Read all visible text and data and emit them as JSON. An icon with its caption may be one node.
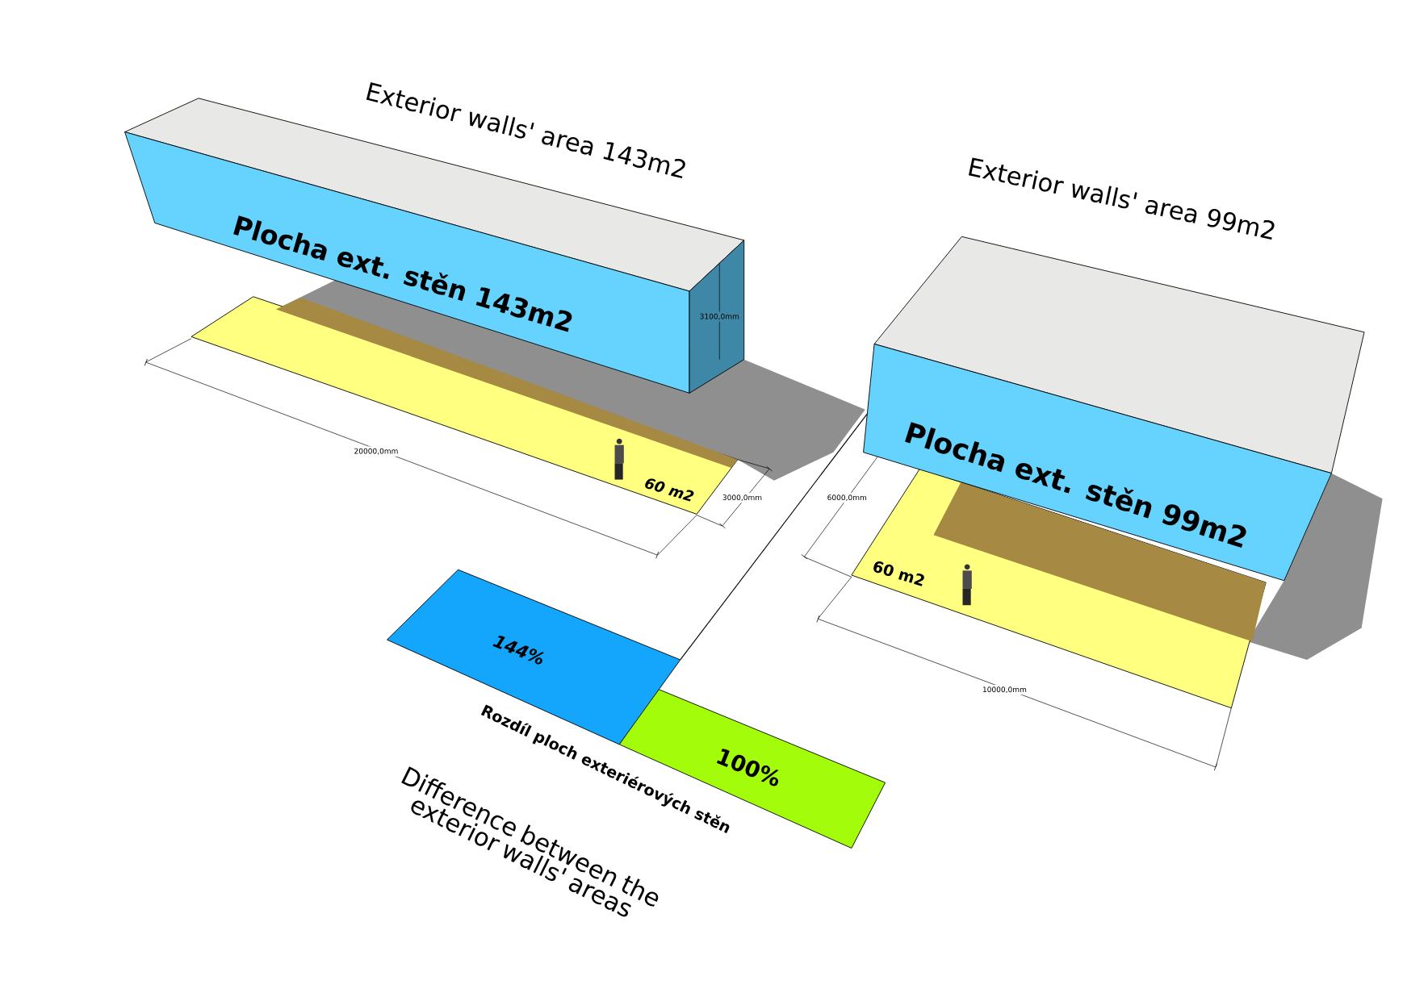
{
  "diagram": {
    "nodes": [
      {
        "text": [
          "Plocha ext. stěn 99m2"
        ]
      },
      {
        "text": [
          "144%"
        ]
      }
    ],
    "edges": [
      {
        "from": 1,
        "to": 0,
        "arrow": "none"
      }
    ],
    "labels": [
      "Exterior walls' area 143m2",
      "Plocha ext. stěn 143m2",
      "3100,0mm",
      "Exterior walls' area 99m2",
      "20000,0mm",
      "60 m2",
      "3000,0mm",
      "6000,0mm",
      "60 m2",
      "10000,0mm",
      "100%",
      "Rozdíl ploch exteriérových stěn",
      "Difference between the exterior walls' areas"
    ]
  }
}
